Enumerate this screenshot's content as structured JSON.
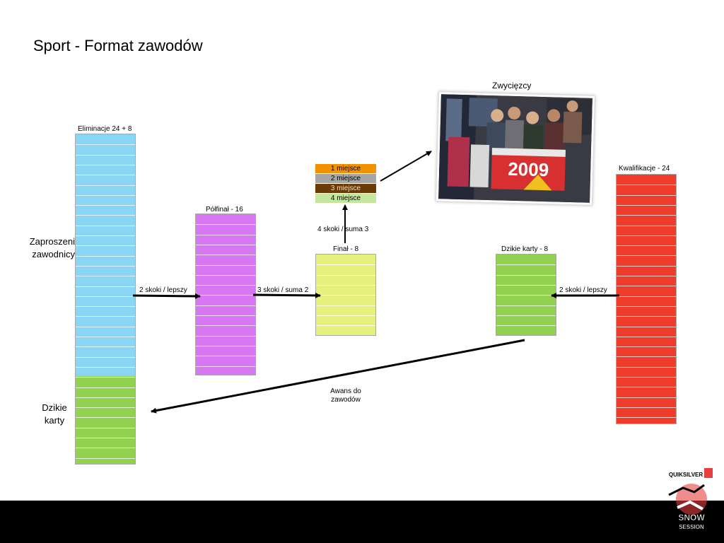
{
  "page_title": "Sport - Format zawodów",
  "labels": {
    "zwyciezcy": "Zwycięzcy",
    "eliminacje": "Eliminacje 24 + 8",
    "kwalifikacje": "Kwalifikacje - 24",
    "polfinal": "Półfinał - 16",
    "final": "Finał - 8",
    "dzikie_karty_8": "Dzikie karty - 8",
    "zaproszeni": "Zaproszeni zawodnicy",
    "dzikie_karty": "Dzikie karty",
    "skoki_2_left": "2 skoki / lepszy",
    "skoki_3": "3 skoki / suma 2",
    "skoki_2_right": "2 skoki / lepszy",
    "skoki_4": "4 skoki / suma 3",
    "awans": "Awans do zawodów"
  },
  "places": [
    {
      "label": "1 miejsce",
      "color": "#f39200"
    },
    {
      "label": "2 miejsce",
      "color": "#a6a6a6"
    },
    {
      "label": "3 miejsce",
      "color": "#6b3a06"
    },
    {
      "label": "4 miejsce",
      "color": "#c6e6a0"
    }
  ],
  "colors": {
    "eliminacje_top": "#8ad4f4",
    "dzikie_karty": "#92d050",
    "polfinal": "#d877f4",
    "final": "#e6f07c",
    "dzikie_karty_8": "#92d050",
    "kwalifikacje": "#f03c2a",
    "footer": "#000000"
  },
  "photo": {
    "banner_text": "2009",
    "banner_color": "#d83030"
  },
  "logo": {
    "brand": "QUIKSILVER",
    "line1": "SNOW",
    "line2": "SESSION",
    "accent": "#e84040"
  }
}
